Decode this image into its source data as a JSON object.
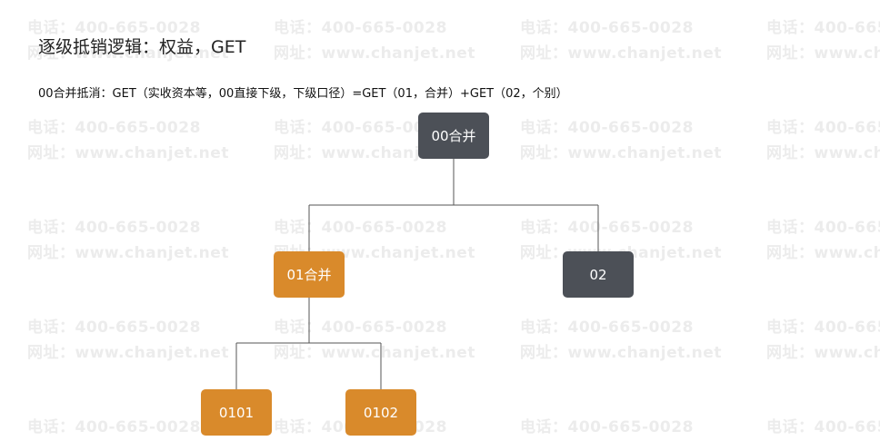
{
  "title": "逐级抵销逻辑：权益，GET",
  "formula": "00合并抵消：GET（实收资本等，00直接下级，下级口径）=GET（01，合并）+GET（02，个别）",
  "watermark": {
    "phone": "电话：400-665-0028",
    "site": "网址：www.chanjet.net"
  },
  "nodes": {
    "n00": {
      "label": "00合并"
    },
    "n01": {
      "label": "01合并"
    },
    "n02": {
      "label": "02"
    },
    "n0101": {
      "label": "0101"
    },
    "n0102": {
      "label": "0102"
    }
  },
  "colors": {
    "dark_node": "#4c5057",
    "orange_node": "#d98a2b",
    "connector": "#555555"
  }
}
